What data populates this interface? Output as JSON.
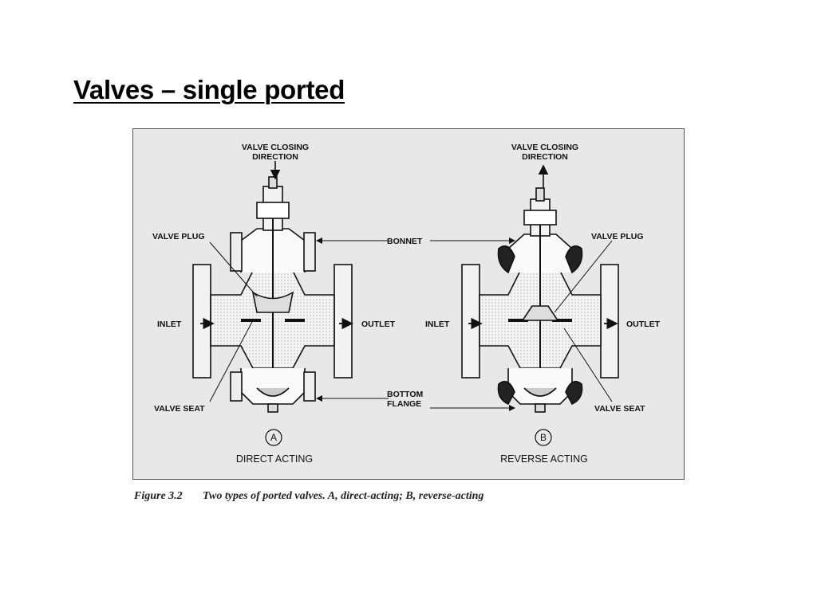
{
  "slide": {
    "title": "Valves – single ported"
  },
  "figure": {
    "valve_a": {
      "closing_direction_line1": "VALVE CLOSING",
      "closing_direction_line2": "DIRECTION",
      "valve_plug": "VALVE PLUG",
      "bonnet": "BONNET",
      "inlet": "INLET",
      "outlet": "OUTLET",
      "valve_seat": "VALVE SEAT",
      "bottom_flange_line1": "BOTTOM",
      "bottom_flange_line2": "FLANGE",
      "circle_letter": "A",
      "acting_label": "DIRECT ACTING"
    },
    "valve_b": {
      "closing_direction_line1": "VALVE CLOSING",
      "closing_direction_line2": "DIRECTION",
      "valve_plug": "VALVE PLUG",
      "inlet": "INLET",
      "outlet": "OUTLET",
      "valve_seat": "VALVE SEAT",
      "circle_letter": "B",
      "acting_label": "REVERSE ACTING"
    }
  },
  "caption": {
    "figure_number": "Figure 3.2",
    "text": "Two types of ported valves.  A, direct-acting; B, reverse-acting"
  }
}
